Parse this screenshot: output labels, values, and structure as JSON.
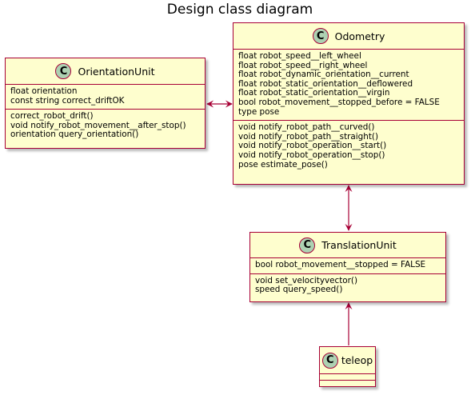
{
  "diagram": {
    "title": "Design class diagram",
    "classes": {
      "odometry": {
        "stereotype_icon": "C",
        "name": "Odometry",
        "attributes": [
          "float robot_speed__left_wheel",
          "float robot_speed__right_wheel",
          "float robot_dynamic_orientation__current",
          "float robot_static_orientation__deflowered",
          "float robot_static_orientation__virgin",
          "bool robot_movement__stopped_before = FALSE",
          "type pose"
        ],
        "methods": [
          "void notify_robot_path__curved()",
          "void notify_robot_path__straight()",
          "void notify_robot_operation__start()",
          "void notify_robot_operation__stop()",
          "pose estimate_pose()"
        ]
      },
      "orientation_unit": {
        "stereotype_icon": "C",
        "name": "OrientationUnit",
        "attributes": [
          "float orientation",
          "const string correct_driftOK"
        ],
        "methods": [
          "correct_robot_drift()",
          "void notify_robot_movement__after_stop()",
          "orientation query_orientation()"
        ]
      },
      "translation_unit": {
        "stereotype_icon": "C",
        "name": "TranslationUnit",
        "attributes": [
          "bool robot_movement__stopped = FALSE"
        ],
        "methods": [
          "void set_velocityvector()",
          "speed query_speed()"
        ]
      },
      "teleop": {
        "stereotype_icon": "C",
        "name": "teleop",
        "attributes": [],
        "methods": []
      }
    },
    "relations": [
      {
        "from": "OrientationUnit",
        "to": "Odometry",
        "arrows": "both"
      },
      {
        "from": "Odometry",
        "to": "TranslationUnit",
        "arrows": "both"
      },
      {
        "from": "teleop",
        "to": "TranslationUnit",
        "arrows": "to"
      }
    ],
    "colors": {
      "class_fill": "#fefece",
      "class_border": "#a80036",
      "badge_fill": "#add1b2",
      "arrow": "#a80036"
    }
  }
}
